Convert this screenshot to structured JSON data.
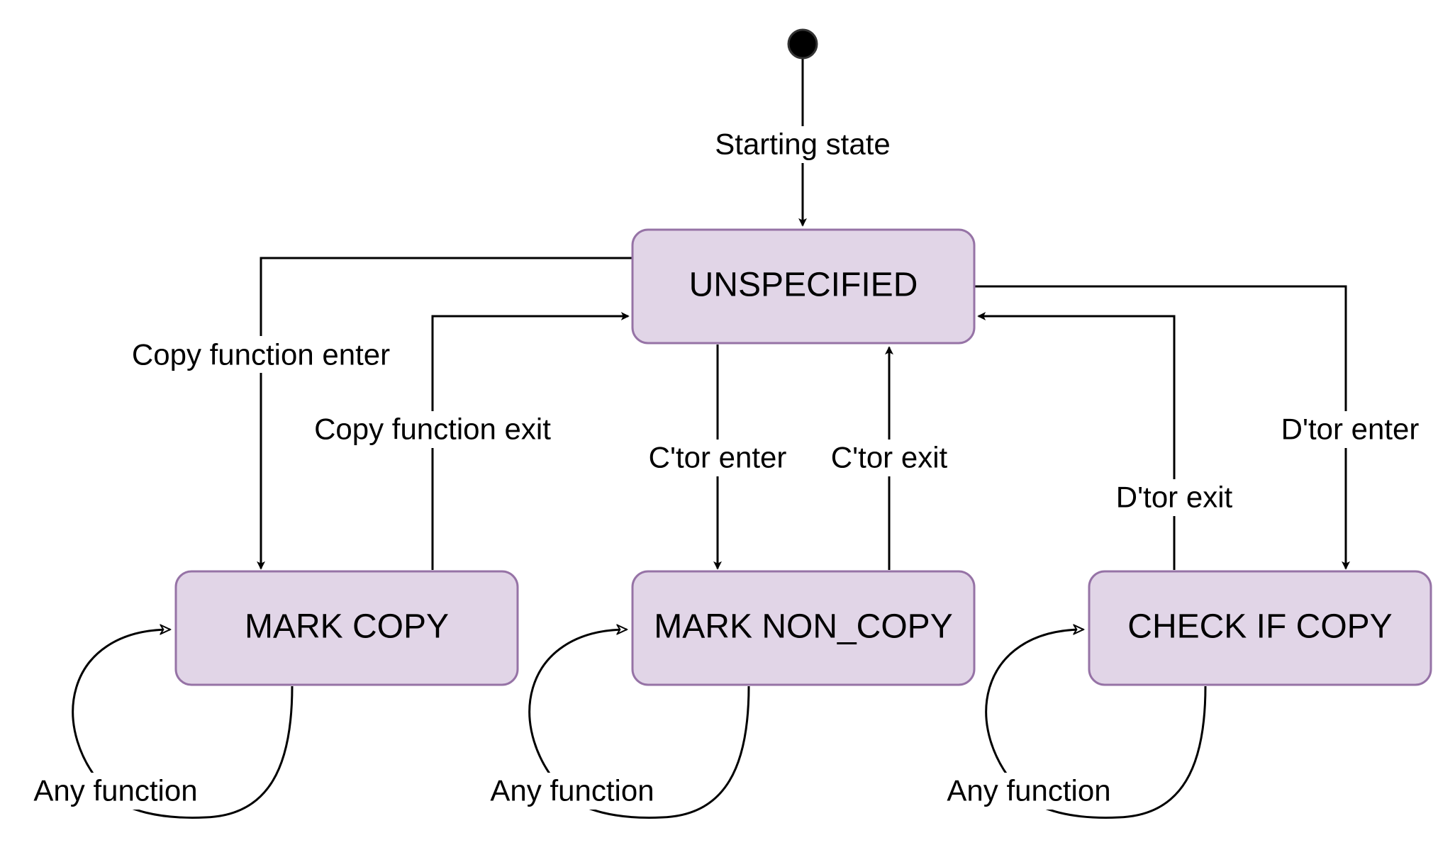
{
  "colors": {
    "state_fill": "#e1d5e7",
    "state_stroke": "#9673a6",
    "edge": "#000000",
    "background": "#ffffff"
  },
  "states": {
    "unspecified": "UNSPECIFIED",
    "mark_copy": "MARK COPY",
    "mark_non_copy": "MARK NON_COPY",
    "check_if_copy": "CHECK IF COPY"
  },
  "transitions": {
    "starting_state": "Starting state",
    "copy_function_enter": "Copy function enter",
    "copy_function_exit": "Copy function exit",
    "ctor_enter": "C'tor enter",
    "ctor_exit": "C'tor exit",
    "dtor_exit": "D'tor exit",
    "dtor_enter": "D'tor enter",
    "any_function_mark_copy": "Any function",
    "any_function_mark_non_copy": "Any function",
    "any_function_check_if_copy": "Any function"
  }
}
